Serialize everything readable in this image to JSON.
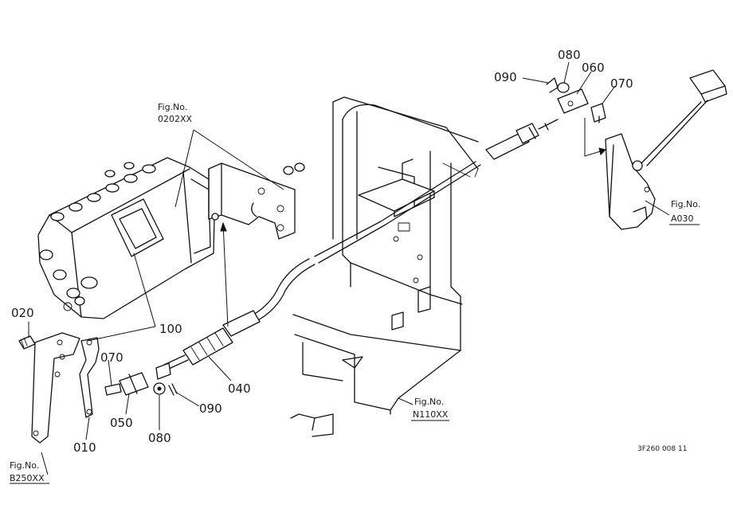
{
  "callouts": {
    "p010": "010",
    "p020": "020",
    "p040": "040",
    "p050": "050",
    "p060": "060",
    "p070_left": "070",
    "p070_right": "070",
    "p080_left": "080",
    "p080_right": "080",
    "p090_left": "090",
    "p090_right": "090",
    "p100": "100"
  },
  "figure_refs": {
    "b250": {
      "label": "Fig.No.",
      "code": "B250XX"
    },
    "f0202": {
      "label": "Fig.No.",
      "code": "0202XX"
    },
    "a030": {
      "label": "Fig.No.",
      "code": "A030"
    },
    "n110": {
      "label": "Fig.No.",
      "code": "N110XX"
    }
  },
  "drawing_code": "3F260 008 11"
}
